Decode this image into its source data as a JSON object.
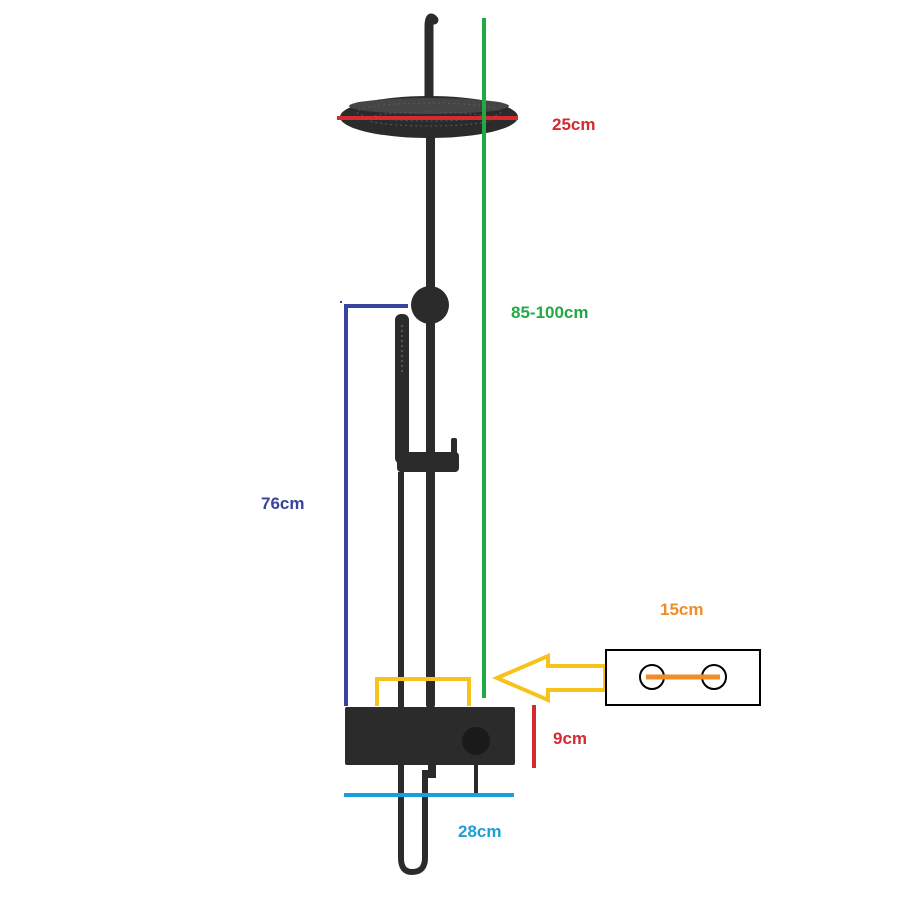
{
  "colors": {
    "fixture": "#2b2b2b",
    "fixture_dark": "#1a1a1a",
    "width_red": "#d42a30",
    "height_green": "#22a845",
    "hand_blue": "#38449c",
    "base_cyan": "#1c9fd8",
    "connector_yellow": "#f7c21a",
    "spacing_orange": "#f28c28",
    "box_black": "#000000"
  },
  "labels": {
    "head_width": "25cm",
    "total_height": "85-100cm",
    "hand_height": "76cm",
    "connector_spacing": "15cm",
    "mixer_height": "9cm",
    "base_width": "28cm"
  },
  "icons": [
    "shower-head-icon",
    "hand-shower-icon",
    "thermostat-mixer-icon",
    "arrow-left-icon",
    "connector-detail-icon"
  ]
}
